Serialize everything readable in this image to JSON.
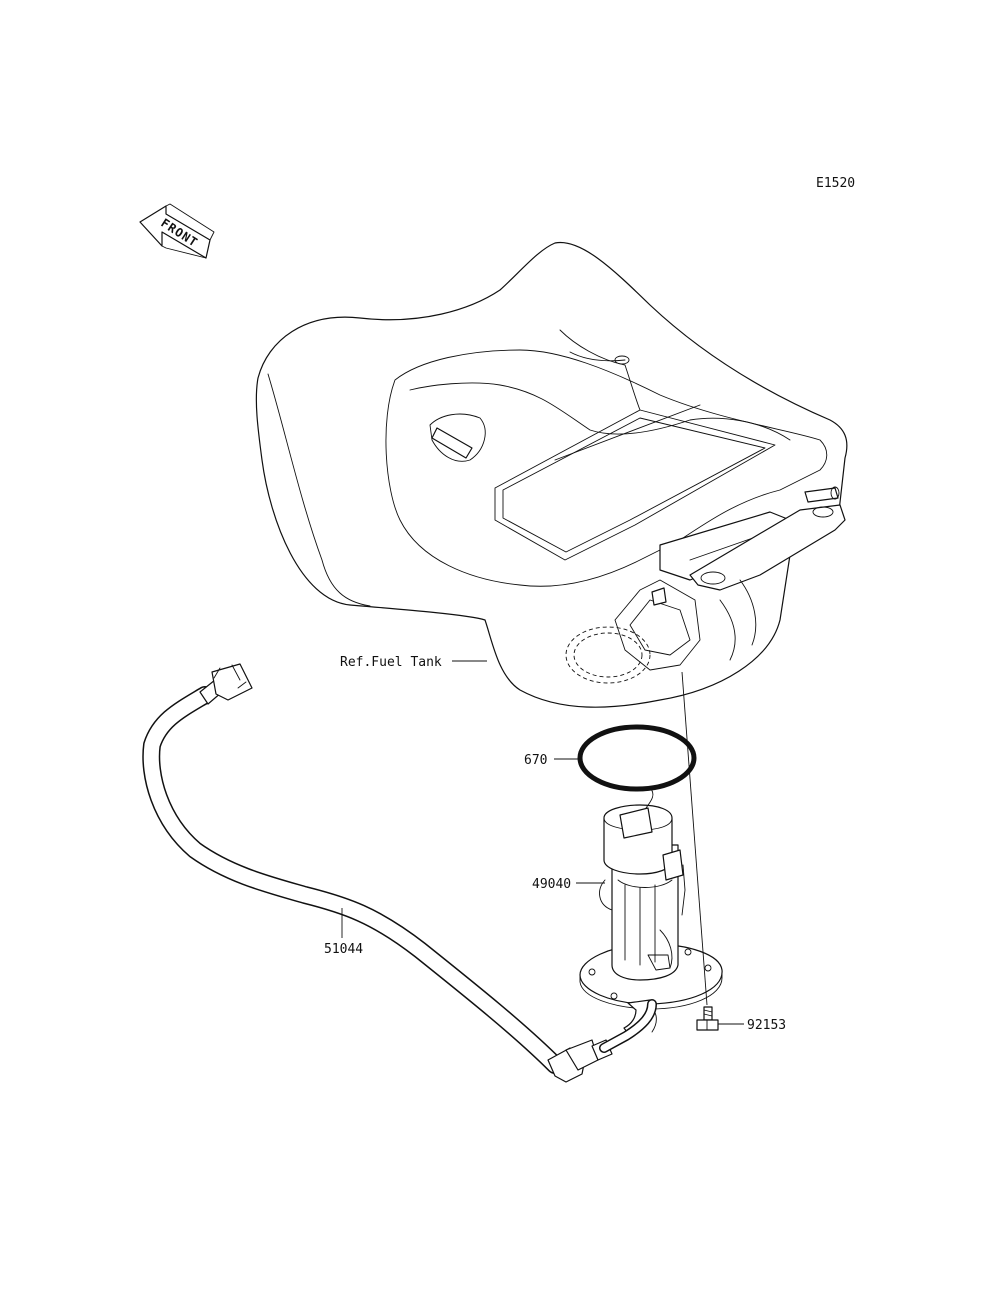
{
  "diagram_code": "E1520",
  "front_arrow_text": "FRONT",
  "callouts": {
    "fuel_tank": "Ref.Fuel Tank",
    "gasket": "670",
    "fuel_pump": "49040",
    "hose": "51044",
    "bolt": "92153"
  }
}
